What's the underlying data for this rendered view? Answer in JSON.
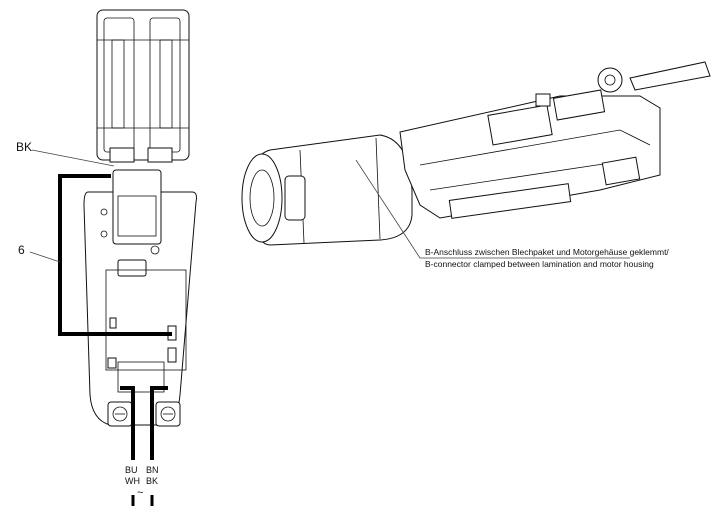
{
  "labels": {
    "bk_top": "BK",
    "wire_num": "6",
    "bu": "BU",
    "wh": "WH",
    "bn": "BN",
    "bk_bottom": "BK",
    "ac_symbol": "~"
  },
  "note": {
    "line1": "B-Anschluss zwischen Blechpaket und Motorgehäuse geklemmt/",
    "line2": "B-connector clamped between lamination and motor housing"
  }
}
